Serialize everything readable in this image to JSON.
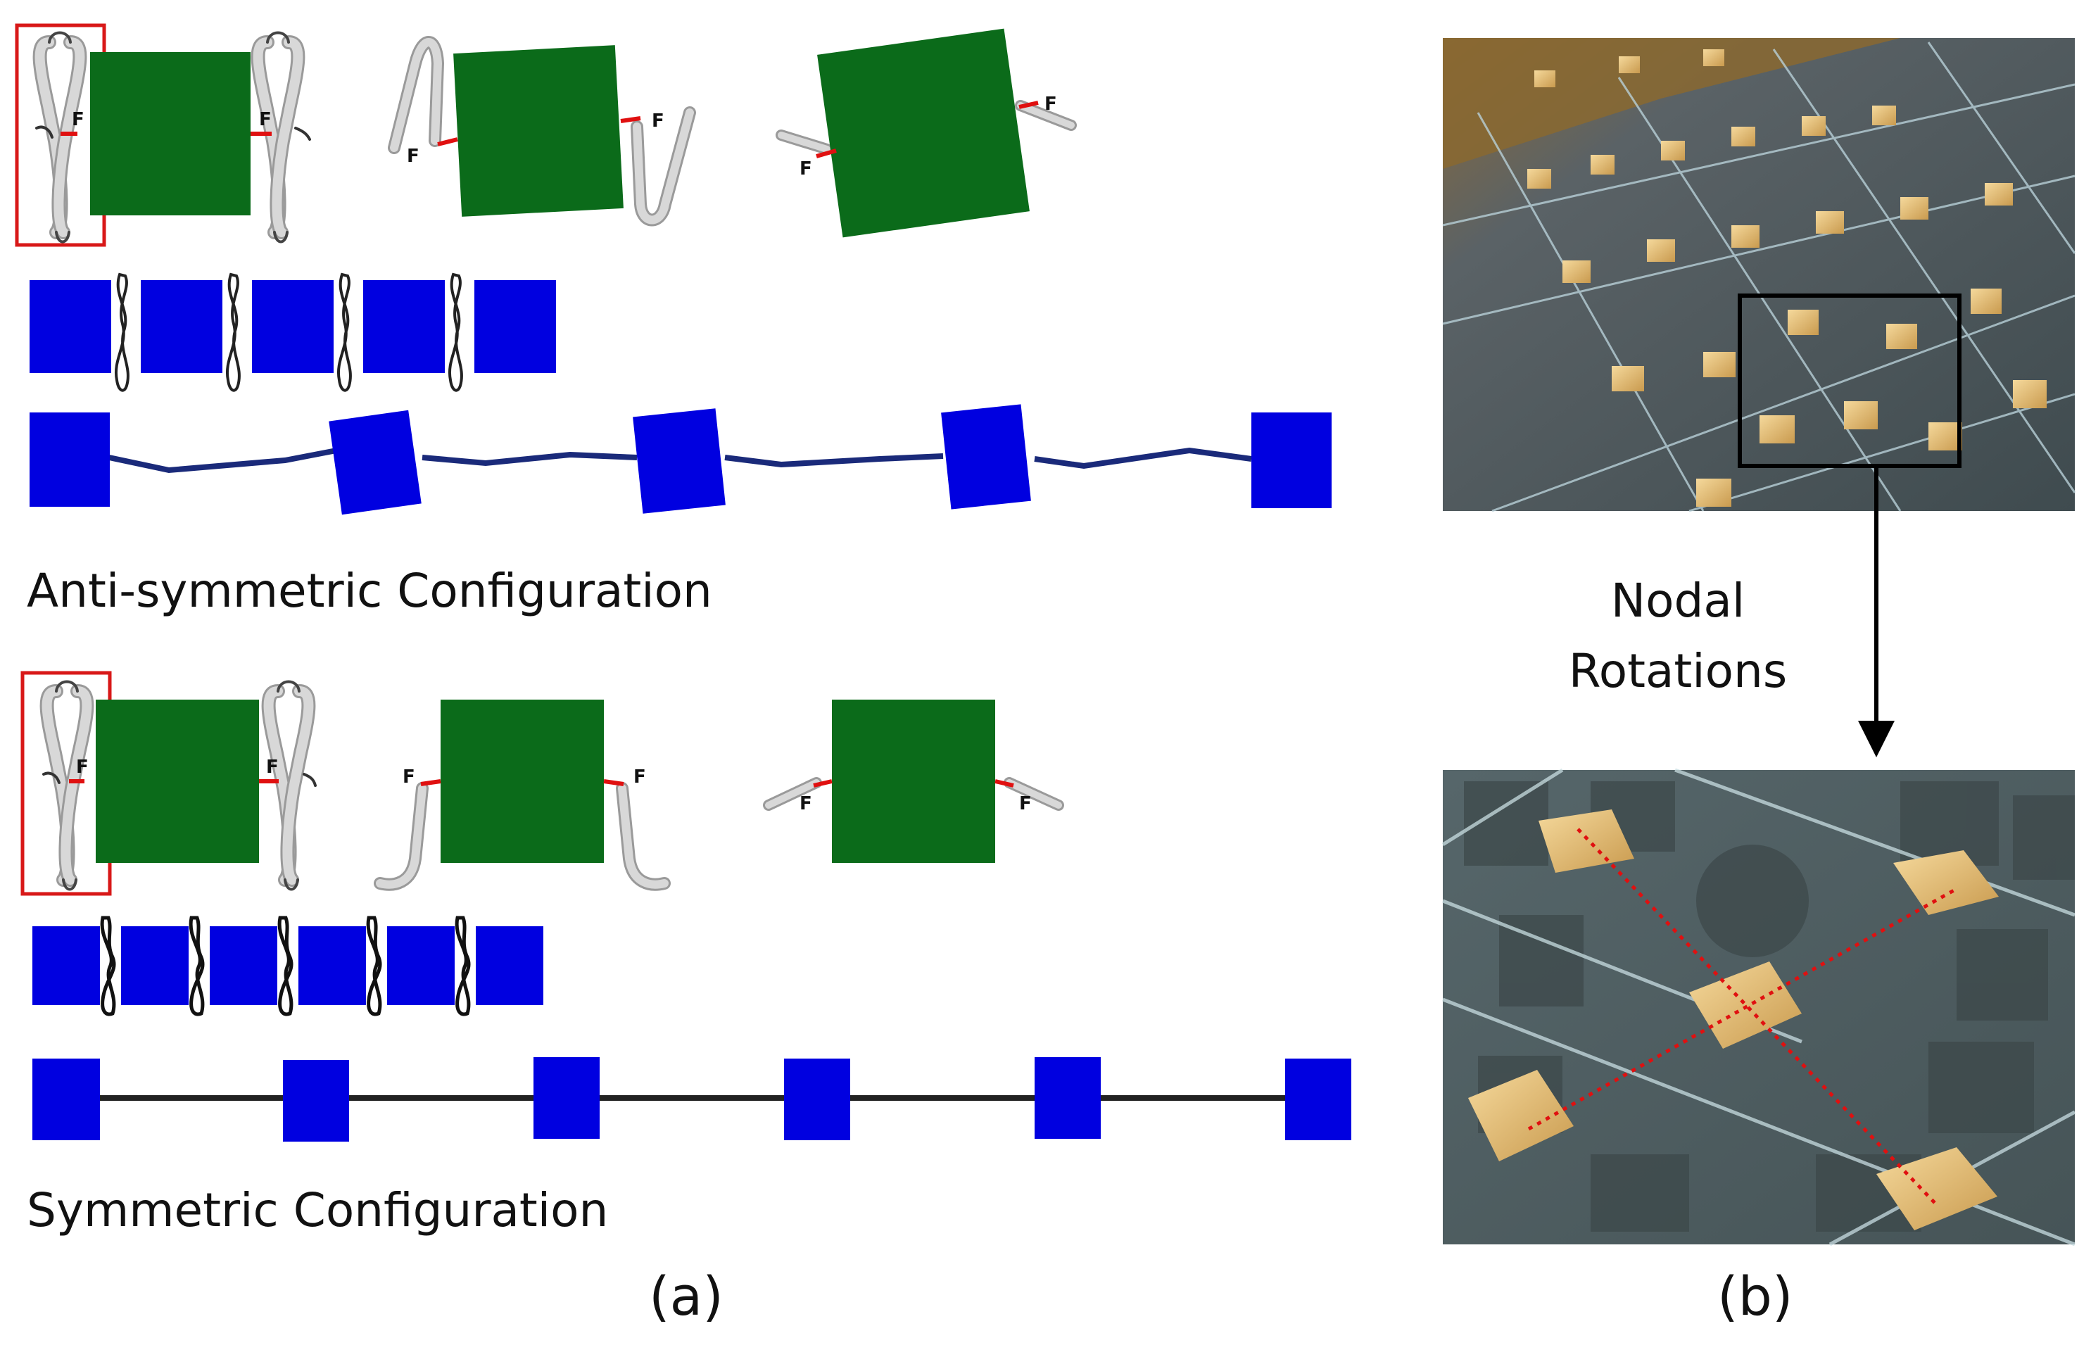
{
  "panel_a": {
    "anti_symmetric_label": "Anti-symmetric Configuration",
    "symmetric_label": "Symmetric Configuration",
    "force_label": "F",
    "caption": "(a)"
  },
  "panel_b": {
    "annotation_line1": "Nodal",
    "annotation_line2": "Rotations",
    "caption": "(b)"
  },
  "colors": {
    "node_green": "#0b6b1a",
    "node_blue": "#0000e0",
    "force_red": "#e01010",
    "highlight_red": "#d81818",
    "spring_gray": "#cfcfcf",
    "photo_background": "#4a5a5c",
    "gold_pad": "#e8c27a"
  }
}
